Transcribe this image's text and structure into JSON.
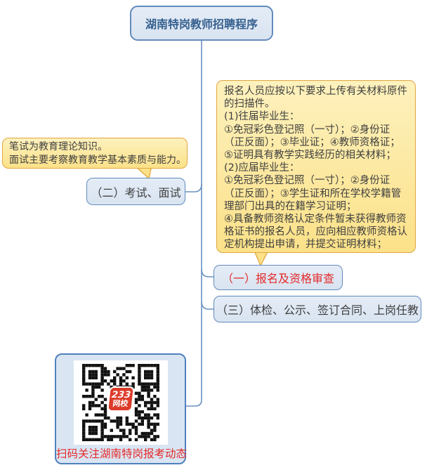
{
  "title": {
    "text": "湖南特岗教师招聘程序"
  },
  "nodes": {
    "exam": {
      "label": "（二）考试、面试"
    },
    "registration": {
      "label": "（一）报名及资格审查"
    },
    "final": {
      "label": "（三）体检、公示、签订合同、上岗任教"
    }
  },
  "callouts": {
    "exam_note": {
      "lines": [
        "笔试为教育理论知识。",
        "面试主要考察教育教学基本素质与能力。"
      ]
    },
    "materials_note": {
      "lines": [
        "报名人员应按以下要求上传有关材料原件",
        "的扫描件。",
        "(1)往届毕业生：",
        "①免冠彩色登记照（一寸）；②身份证",
        "（正反面）；③毕业证；④教师资格证；",
        "⑤证明具有教学实践经历的相关材料；",
        "(2)应届毕业生：",
        "①免冠彩色登记照（一寸）；②身份证",
        "（正反面）；③学生证和所在学校学籍管",
        "理部门出具的在籍学习证明；",
        "④具备教师资格认定条件暂未获得教师资",
        "格证书的报名人员，应向相应教师资格认",
        "定机构提出申请，并提交证明材料；"
      ]
    }
  },
  "qr": {
    "logo_line1": "233",
    "logo_line2": "网校",
    "caption": "扫码关注湖南特岗报考动态"
  },
  "colors": {
    "node_fill": "#dce6f2",
    "node_border": "#628bbd",
    "connector": "#6b93c2",
    "callout_fill": "#fbe189",
    "callout_border": "#e2a63f",
    "title_text": "#36608f",
    "body_text": "#3f3f3f",
    "accent_red": "#e52a2a",
    "qr_logo_red": "#dd3b2a"
  }
}
